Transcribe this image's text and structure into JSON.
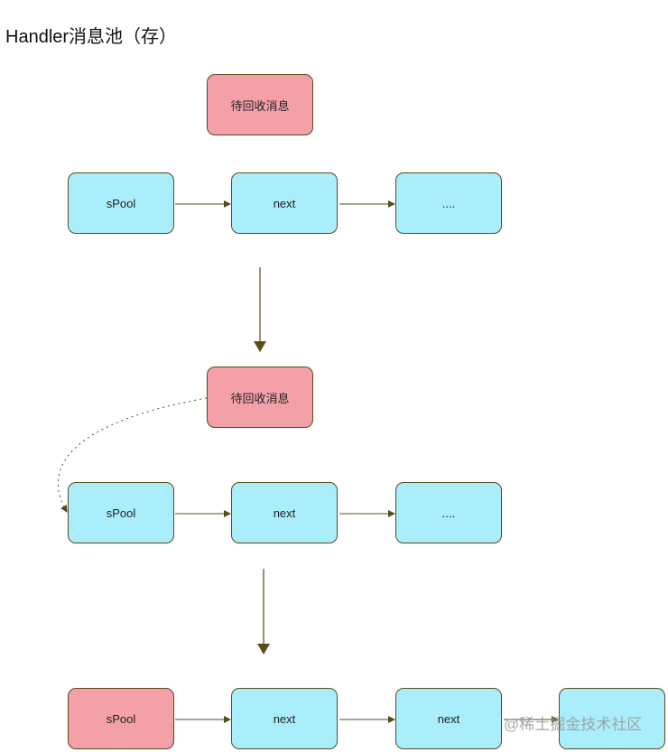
{
  "title": "Handler消息池（存）",
  "colors": {
    "pink": "#f4a0a9",
    "cyan": "#a9eefa",
    "border": "#5c4a1c",
    "arrow": "#5c4a1c"
  },
  "stage1": {
    "pending": "待回收消息",
    "chain": [
      "sPool",
      "next",
      "...."
    ]
  },
  "stage2": {
    "pending": "待回收消息",
    "chain": [
      "sPool",
      "next",
      "...."
    ]
  },
  "stage3": {
    "chain": [
      "sPool",
      "next",
      "next",
      ""
    ]
  },
  "watermark": "@稀土掘金技术社区"
}
